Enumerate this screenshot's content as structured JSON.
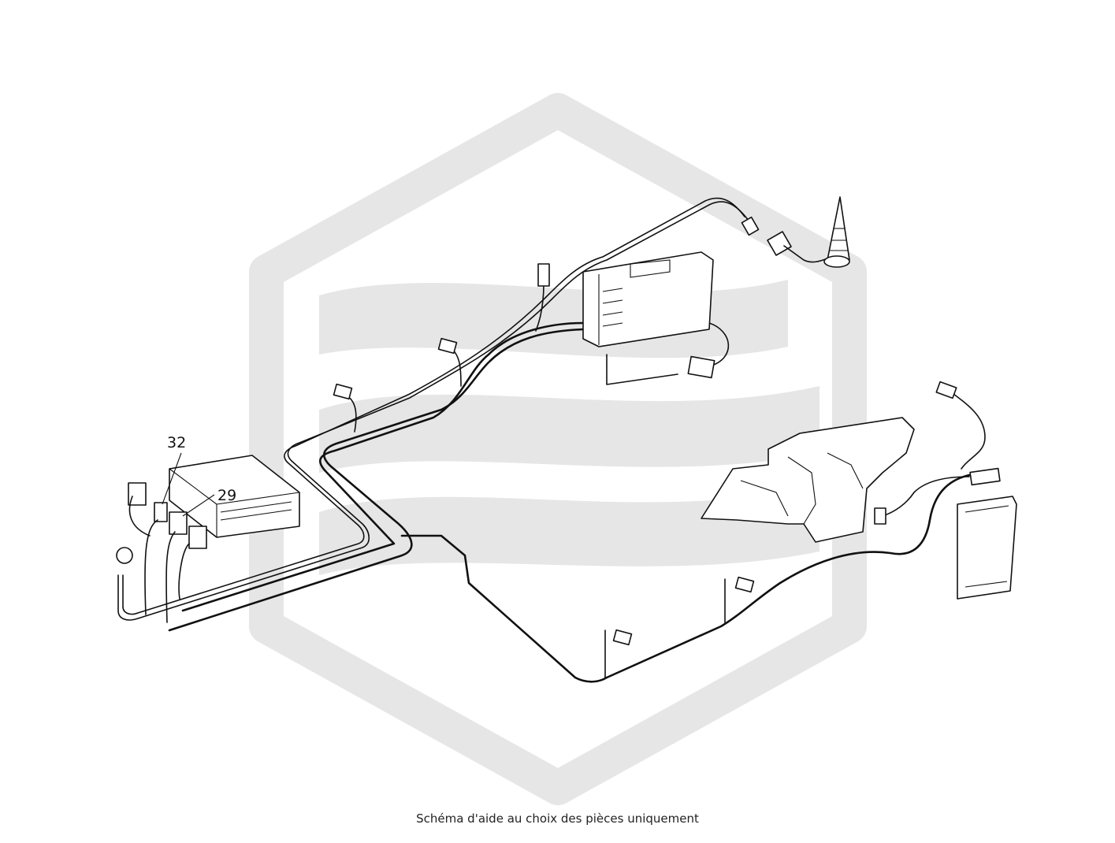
{
  "callouts": [
    {
      "number": "32"
    },
    {
      "number": "29"
    }
  ],
  "caption": "Schéma d'aide au choix des pièces uniquement",
  "icons": [
    "watermark-logo",
    "antenna-icon"
  ],
  "colors": {
    "line": "#111111",
    "watermark": "#e6e6e6",
    "background": "#ffffff"
  }
}
